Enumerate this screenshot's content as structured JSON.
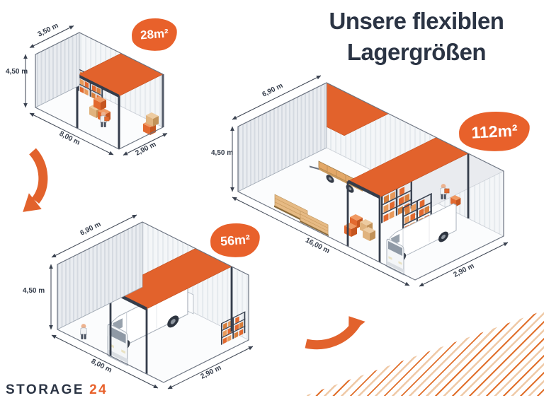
{
  "title": {
    "line1": "Unsere flexiblen",
    "line2": "Lagergrößen"
  },
  "logo": {
    "brand": "STORAGE",
    "number": "24"
  },
  "units": {
    "u28": {
      "size": "28m²",
      "dim_top": "3,50 m",
      "dim_height": "4,50 m",
      "dim_length": "8,00 m",
      "dim_gate": "2,90 m"
    },
    "u56": {
      "size": "56m²",
      "dim_top": "6,90 m",
      "dim_height": "4,50 m",
      "dim_length": "8,00 m",
      "dim_gate": "2,90 m"
    },
    "u112": {
      "size": "112m²",
      "dim_top": "6,90 m",
      "dim_height": "4,50 m",
      "dim_length": "16,00 m",
      "dim_gate": "2,90 m"
    }
  },
  "colors": {
    "accent": "#E8612B",
    "heading": "#2B3444"
  }
}
